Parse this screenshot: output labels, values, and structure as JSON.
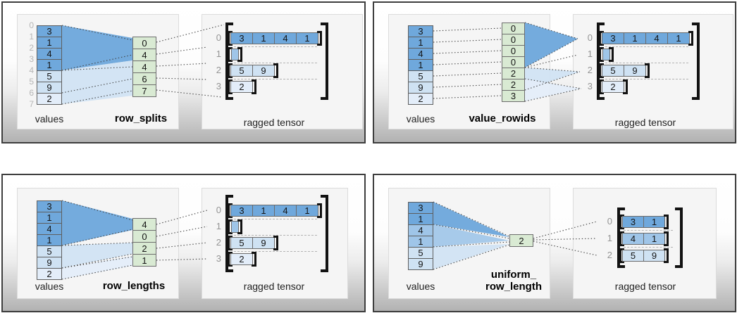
{
  "colors": {
    "dark_blue": "#6fa8dc",
    "mid_blue": "#9fc5e8",
    "light_blue": "#cfe2f3",
    "pale_blue": "#e3edf9",
    "green": "#d9ead3",
    "panel_gray": "#b2b2b2"
  },
  "panels": [
    {
      "values_label": "values",
      "param_label": "row_splits",
      "result_label": "ragged tensor",
      "value_indices": [
        0,
        1,
        2,
        3,
        4,
        5,
        6,
        7
      ],
      "values": [
        3,
        1,
        4,
        1,
        5,
        9,
        2
      ],
      "param": [
        0,
        4,
        4,
        6,
        7
      ],
      "row_indices": [
        0,
        1,
        2,
        3
      ],
      "rows": [
        [
          3,
          1,
          4,
          1
        ],
        [],
        [
          5,
          9
        ],
        [
          2
        ]
      ]
    },
    {
      "values_label": "values",
      "param_label": "value_rowids",
      "result_label": "ragged tensor",
      "values": [
        3,
        1,
        4,
        1,
        5,
        9,
        2
      ],
      "param": [
        0,
        0,
        0,
        0,
        2,
        2,
        3
      ],
      "row_indices": [
        0,
        1,
        2,
        3
      ],
      "rows": [
        [
          3,
          1,
          4,
          1
        ],
        [],
        [
          5,
          9
        ],
        [
          2
        ]
      ]
    },
    {
      "values_label": "values",
      "param_label": "row_lengths",
      "result_label": "ragged tensor",
      "values": [
        3,
        1,
        4,
        1,
        5,
        9,
        2
      ],
      "param": [
        4,
        0,
        2,
        1
      ],
      "row_indices": [
        0,
        1,
        2,
        3
      ],
      "rows": [
        [
          3,
          1,
          4,
          1
        ],
        [],
        [
          5,
          9
        ],
        [
          2
        ]
      ]
    },
    {
      "values_label": "values",
      "param_label_lines": [
        "uniform_",
        "row_length"
      ],
      "result_label": "ragged tensor",
      "values": [
        3,
        1,
        4,
        1,
        5,
        9
      ],
      "param": [
        2
      ],
      "row_indices": [
        0,
        1,
        2
      ],
      "rows": [
        [
          3,
          1
        ],
        [
          4,
          1
        ],
        [
          5,
          9
        ]
      ]
    }
  ]
}
